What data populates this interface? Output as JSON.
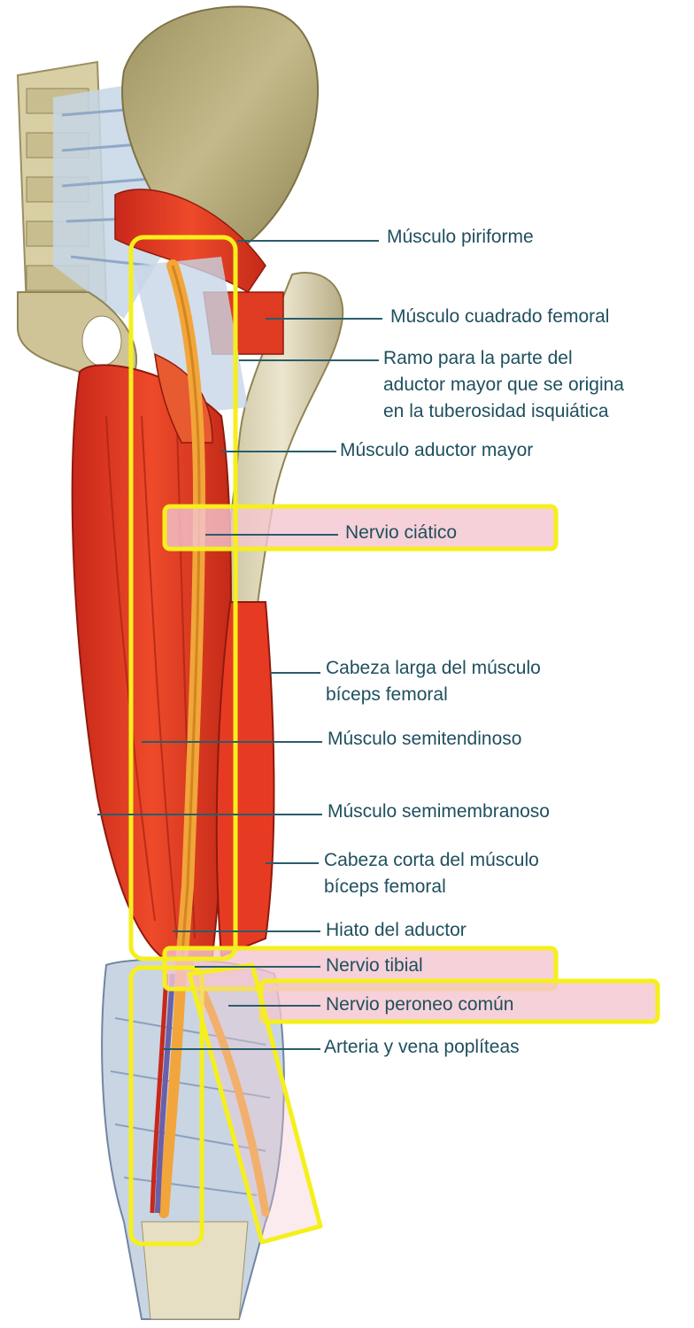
{
  "labels": {
    "piriforme": "Músculo piriforme",
    "cuadrado": "Músculo cuadrado femoral",
    "ramo_1": "Ramo para la parte del",
    "ramo_2": "aductor mayor que se origina",
    "ramo_3": "en la tuberosidad isquiática",
    "aductor_mayor": "Músculo aductor mayor",
    "ciatico": "Nervio ciático",
    "biceps_larga_1": "Cabeza larga del músculo",
    "biceps_larga_2": "bíceps femoral",
    "semitendinoso": "Músculo semitendinoso",
    "semimembranoso": "Músculo semimembranoso",
    "biceps_corta_1": "Cabeza corta del músculo",
    "biceps_corta_2": "bíceps femoral",
    "hiato": "Hiato del aductor",
    "tibial": "Nervio tibial",
    "peroneo": "Nervio peroneo común",
    "arteria": "Arteria y vena poplíteas"
  },
  "colors": {
    "highlight_outline": "#f5ef1c",
    "highlight_fill": "#f4c6cf",
    "label_text": "#1f4f5e",
    "leader_line": "#2a5d6b",
    "muscle": "#e2361f",
    "bone": "#b9ad7a",
    "nerve": "#f2a53a",
    "ligament": "#c7d6e6"
  }
}
